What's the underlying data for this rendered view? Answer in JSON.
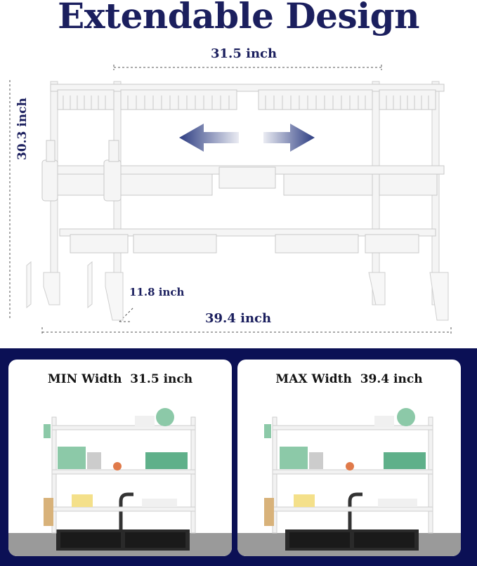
{
  "title": "Extendable Design",
  "dimensions": {
    "top_width": "31.5 inch",
    "height": "30.3 inch",
    "depth": "11.8 inch",
    "bottom_width": "39.4 inch"
  },
  "cards": [
    {
      "label": "MIN Width  31.5 inch"
    },
    {
      "label": "MAX Width  39.4 inch"
    }
  ],
  "colors": {
    "title": "#1b1f5e",
    "panel_background": "#0b1055",
    "arrow": "#3a4a8c",
    "rack": "#f2f2f2"
  },
  "icons": [
    "arrow-left-icon",
    "arrow-right-icon"
  ]
}
